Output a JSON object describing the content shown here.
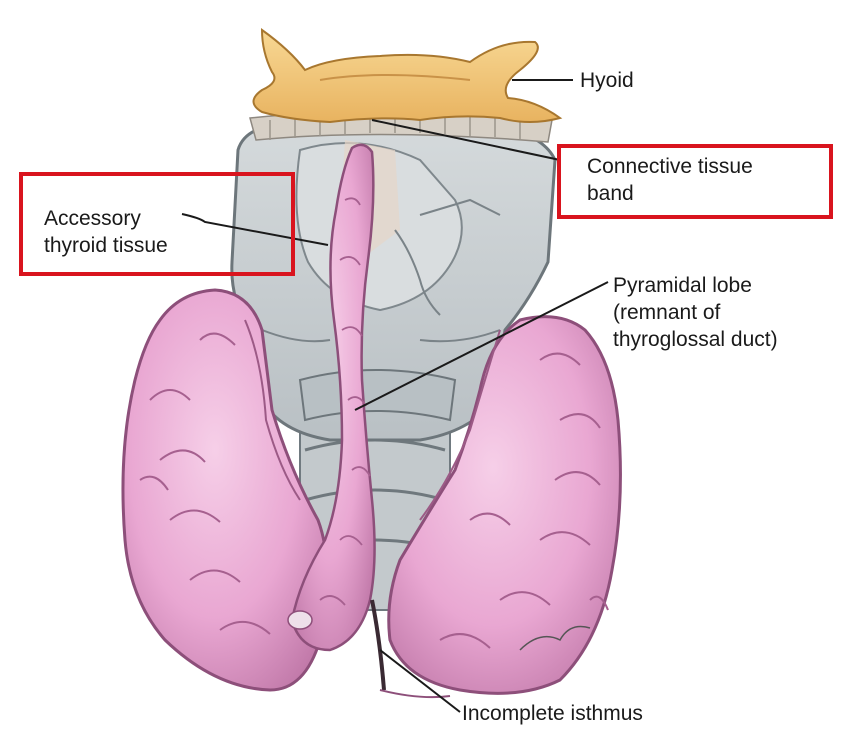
{
  "labels": {
    "hyoid": "Hyoid",
    "connective_tissue_band": [
      "Connective tissue",
      "band"
    ],
    "accessory_thyroid_tissue": [
      "Accessory",
      "thyroid tissue"
    ],
    "pyramidal_lobe": [
      "Pyramidal lobe",
      "(remnant of",
      "thyroglossal duct)"
    ],
    "incomplete_isthmus": "Incomplete isthmus"
  },
  "colors": {
    "thyroid": "#e9a7d2",
    "thyroid_shadow": "#b25d95",
    "cartilage": "#c9ced1",
    "cartilage_shadow": "#8f989d",
    "hyoid": "#f3c77a",
    "highlight_box": "#d9141e"
  }
}
